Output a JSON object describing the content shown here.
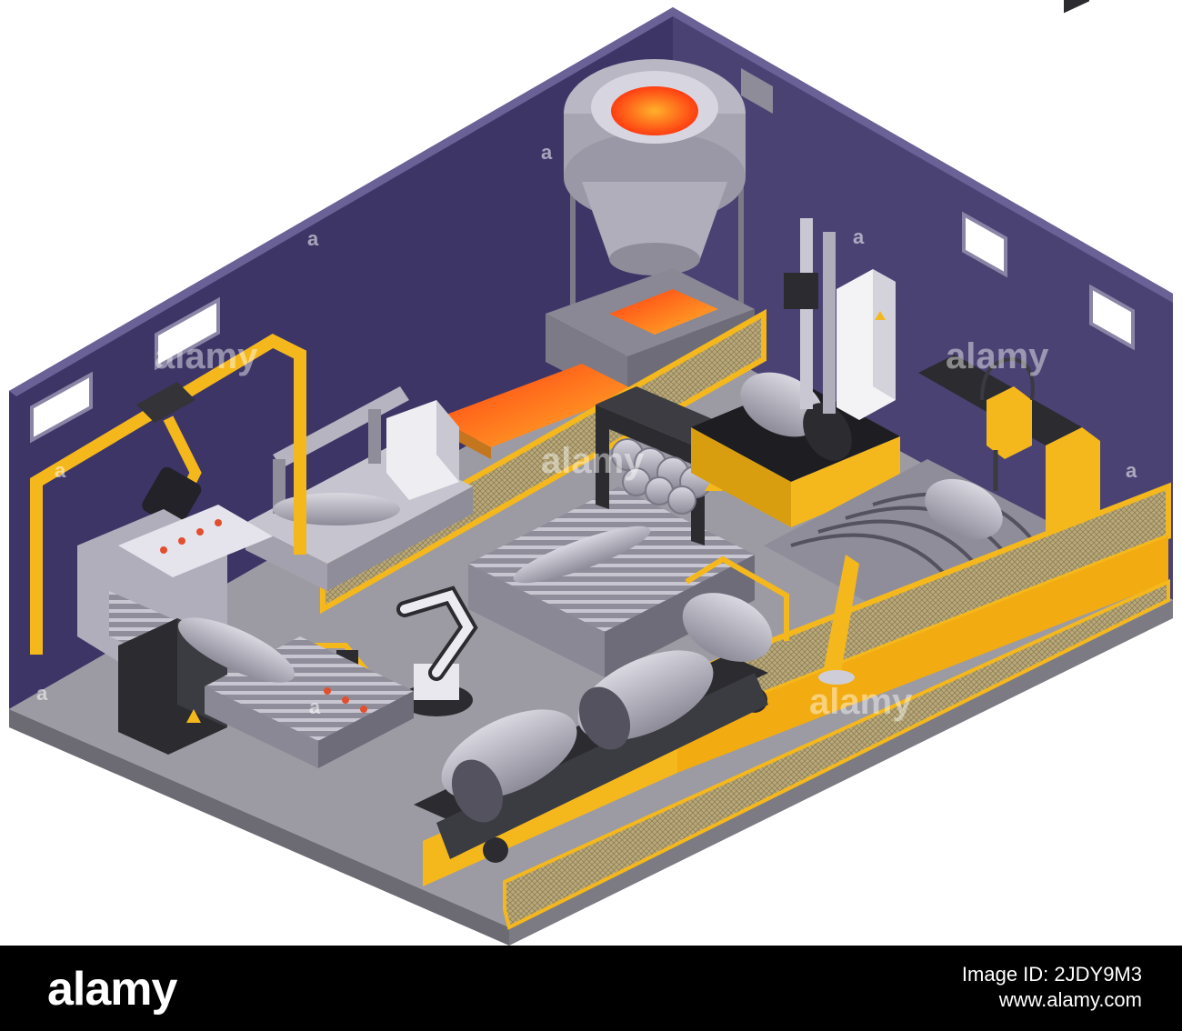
{
  "watermark": {
    "brand": "alamy",
    "mark": "a"
  },
  "footer": {
    "logo": "alamy",
    "image_id": "Image ID: 2JDY9M3",
    "site": "www.alamy.com"
  },
  "colors": {
    "wall_dark": "#3d3566",
    "wall_light": "#524a7a",
    "floor": "#9b9ba2",
    "machine_grey": "#a9a7b3",
    "accent_yellow": "#f5b81c",
    "molten_orange": "#ff6a1a",
    "footer_bg": "#000000"
  }
}
